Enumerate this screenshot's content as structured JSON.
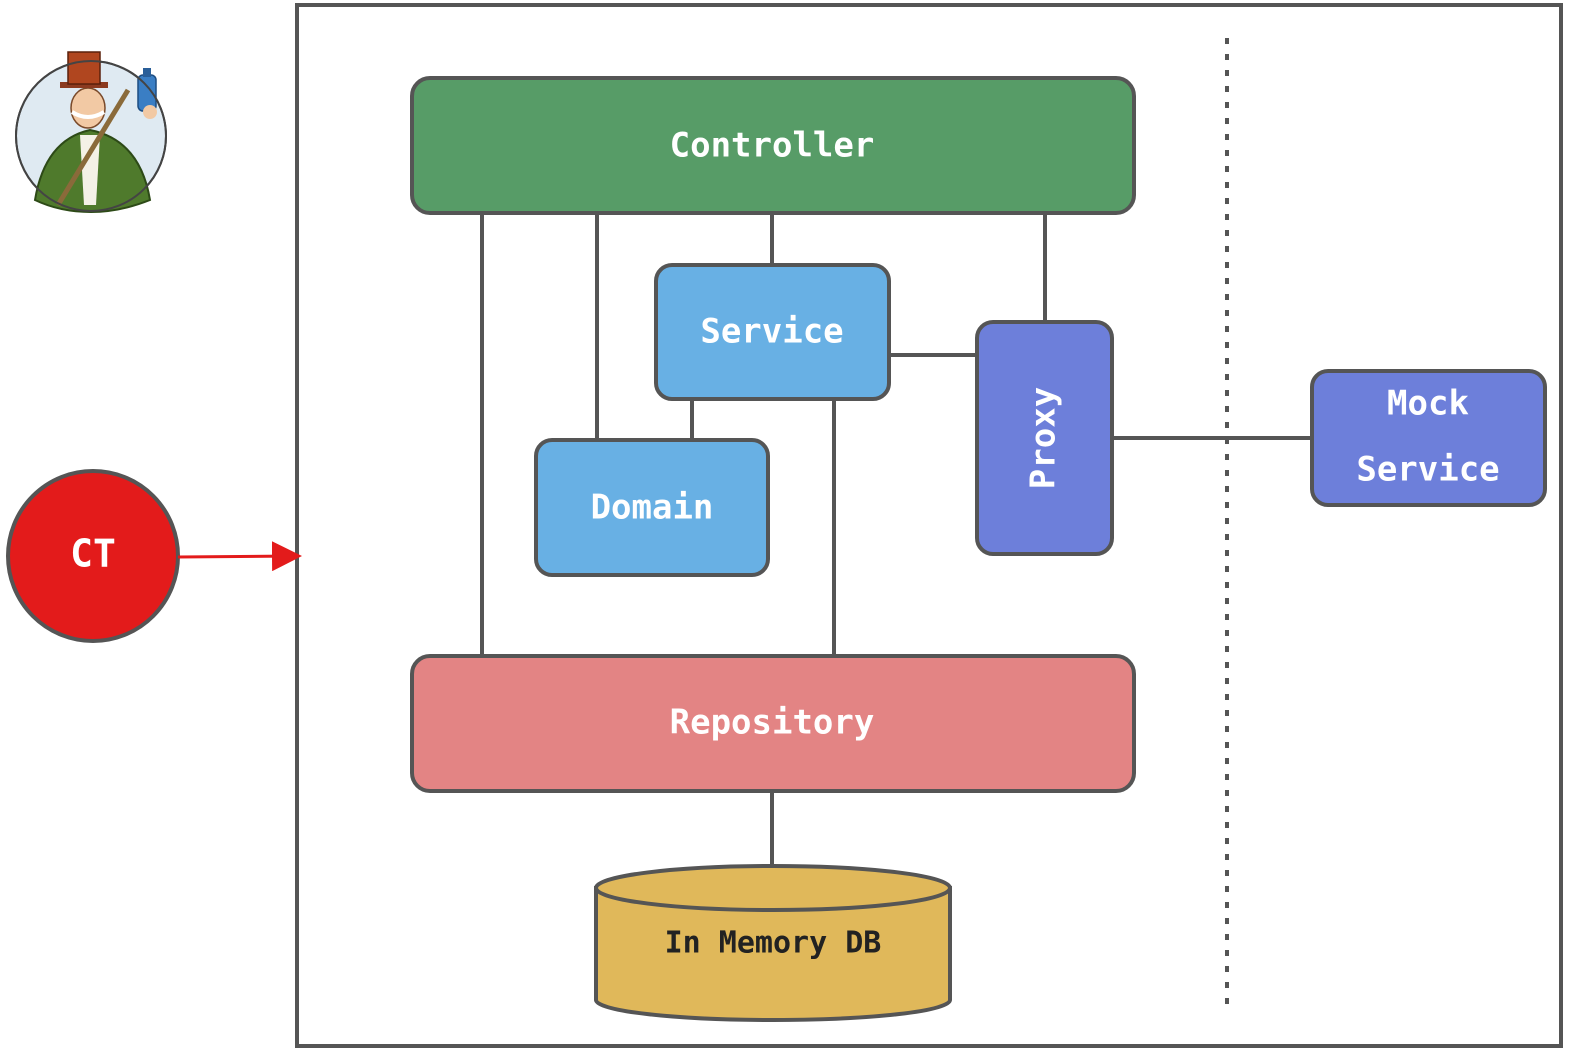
{
  "diagram": {
    "nodes": {
      "controller": "Controller",
      "service": "Service",
      "domain": "Domain",
      "proxy": "Proxy",
      "mock_service_line1": "Mock",
      "mock_service_line2": "Service",
      "repository": "Repository",
      "database": "In Memory DB",
      "ct": "CT"
    },
    "colors": {
      "controller": "#579c67",
      "service": "#68b0e4",
      "domain": "#68b0e4",
      "proxy": "#6d7fda",
      "mock_service": "#6d7fda",
      "repository": "#e38484",
      "database": "#e0b85a",
      "ct": "#e31b1b",
      "arrow": "#e31b1b",
      "outline": "#555555"
    },
    "mascot_icon": "top-hat-man-with-bottle-icon"
  }
}
